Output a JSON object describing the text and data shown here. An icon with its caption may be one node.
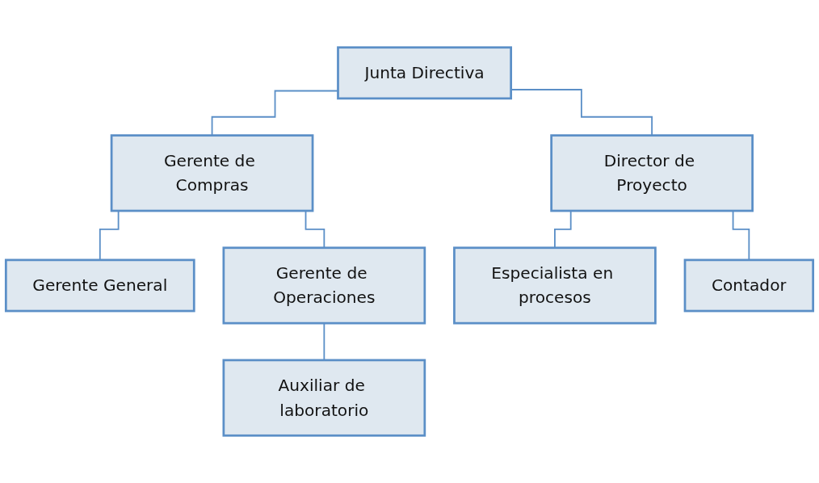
{
  "diagram": {
    "nodes": [
      {
        "text": [
          "Junta Directiva"
        ]
      },
      {
        "text": [
          "Gerente de Compras"
        ]
      },
      {
        "text": [
          "Director de Proyecto"
        ]
      },
      {
        "text": [
          "Gerente General"
        ]
      },
      {
        "text": [
          "Gerente de Operaciones"
        ]
      },
      {
        "text": [
          "Especialista en procesos"
        ]
      },
      {
        "text": [
          "Contador"
        ]
      },
      {
        "text": [
          "Auxiliar de laboratorio"
        ]
      }
    ],
    "edges": [
      {
        "from": 0,
        "to": 1,
        "arrow": "none"
      },
      {
        "from": 0,
        "to": 2,
        "arrow": "none"
      },
      {
        "from": 1,
        "to": 3,
        "arrow": "none"
      },
      {
        "from": 1,
        "to": 4,
        "arrow": "none"
      },
      {
        "from": 2,
        "to": 5,
        "arrow": "none"
      },
      {
        "from": 2,
        "to": 6,
        "arrow": "none"
      },
      {
        "from": 4,
        "to": 7,
        "arrow": "none"
      }
    ]
  }
}
